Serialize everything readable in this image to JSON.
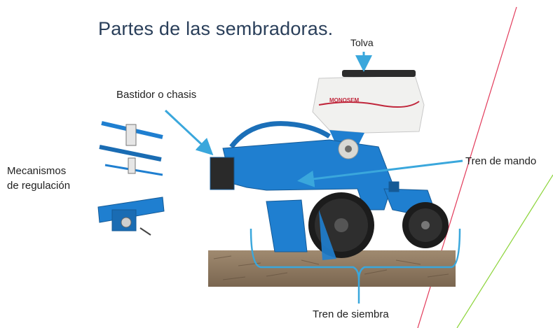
{
  "slide": {
    "title": "Partes de las sembradoras.",
    "labels": {
      "tolva": "Tolva",
      "bastidor": "Bastidor o chasis",
      "mecanismos_line1": "Mecanismos",
      "mecanismos_line2": "de regulación",
      "tren_mando": "Tren de mando",
      "tren_siembra": "Tren de siembra"
    },
    "brand_on_hopper": "MONOSEM"
  },
  "colors": {
    "accent_arrow": "#3aa7dc",
    "machine_blue": "#1f7fd0",
    "title_text": "#2a3f5a",
    "deco_line_red": "#e23a5a",
    "deco_line_green": "#8cd43a"
  }
}
